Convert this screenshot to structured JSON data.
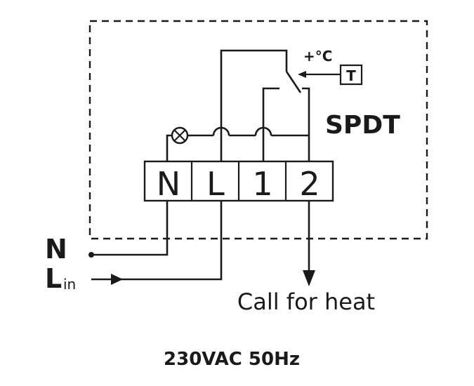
{
  "diagram": {
    "switch_type": "SPDT",
    "temp_setpoint_label": "+°C",
    "sensor_label": "T",
    "terminals": [
      "N",
      "L",
      "1",
      "2"
    ],
    "input_n_label": "N",
    "input_l_label": "L",
    "input_l_subscript": "in",
    "output_label": "Call for heat",
    "supply_label": "230VAC 50Hz",
    "colors": {
      "ink": "#1a1a1a",
      "background": "#ffffff"
    }
  }
}
